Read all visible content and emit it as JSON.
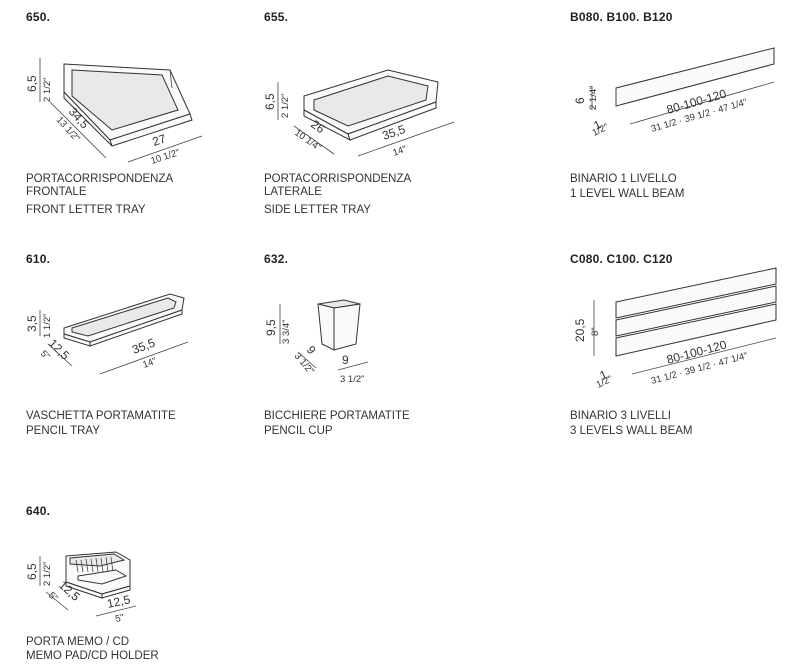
{
  "items": [
    {
      "code": "650.",
      "caption_it": [
        "PORTACORRISPONDENZA",
        "FRONTALE"
      ],
      "caption_en": "FRONT LETTER TRAY",
      "dims": {
        "h_cm": "6,5",
        "h_in": "2 1/2\"",
        "d_cm": "34,5",
        "d_in": "13 1/2\"",
        "w_cm": "27",
        "w_in": "10 1/2\""
      }
    },
    {
      "code": "655.",
      "caption_it": [
        "PORTACORRISPONDENZA",
        "LATERALE"
      ],
      "caption_en": "SIDE LETTER TRAY",
      "dims": {
        "h_cm": "6,5",
        "h_in": "2 1/2\"",
        "d_cm": "26",
        "d_in": "10 1/4\"",
        "w_cm": "35,5",
        "w_in": "14\""
      }
    },
    {
      "code": "B080. B100. B120",
      "caption_it": [
        "BINARIO 1 LIVELLO"
      ],
      "caption_en": "1 LEVEL WALL BEAM",
      "dims": {
        "h_cm": "6",
        "h_in": "2 1/4\"",
        "d_cm": "1",
        "d_in": "1/2\"",
        "w_cm": "80-100-120",
        "w_in": "31 1/2 · 39 1/2 · 47 1/4\""
      }
    },
    {
      "code": "610.",
      "caption_it": [
        "VASCHETTA PORTAMATITE"
      ],
      "caption_en": "PENCIL TRAY",
      "dims": {
        "h_cm": "3,5",
        "h_in": "1 1/2\"",
        "d_cm": "12,5",
        "d_in": "5\"",
        "w_cm": "35,5",
        "w_in": "14\""
      }
    },
    {
      "code": "632.",
      "caption_it": [
        "BICCHIERE PORTAMATITE"
      ],
      "caption_en": "PENCIL CUP",
      "dims": {
        "h_cm": "9,5",
        "h_in": "3 3/4\"",
        "d_cm": "9",
        "d_in": "3 1/2\"",
        "w_cm": "9",
        "w_in": "3 1/2\""
      }
    },
    {
      "code": "C080. C100. C120",
      "caption_it": [
        "BINARIO 3 LIVELLI"
      ],
      "caption_en": "3 LEVELS WALL BEAM",
      "dims": {
        "h_cm": "20,5",
        "h_in": "8\"",
        "d_cm": "1",
        "d_in": "1/2\"",
        "w_cm": "80-100-120",
        "w_in": "31 1/2 · 39 1/2 · 47 1/4\""
      }
    },
    {
      "code": "640.",
      "caption_it": [
        "PORTA MEMO / CD"
      ],
      "caption_en": "MEMO PAD/CD HOLDER",
      "dims": {
        "h_cm": "6,5",
        "h_in": "2 1/2\"",
        "d_cm": "12,5",
        "d_in": "5\"",
        "w_cm": "12,5",
        "w_in": "5\""
      }
    }
  ]
}
